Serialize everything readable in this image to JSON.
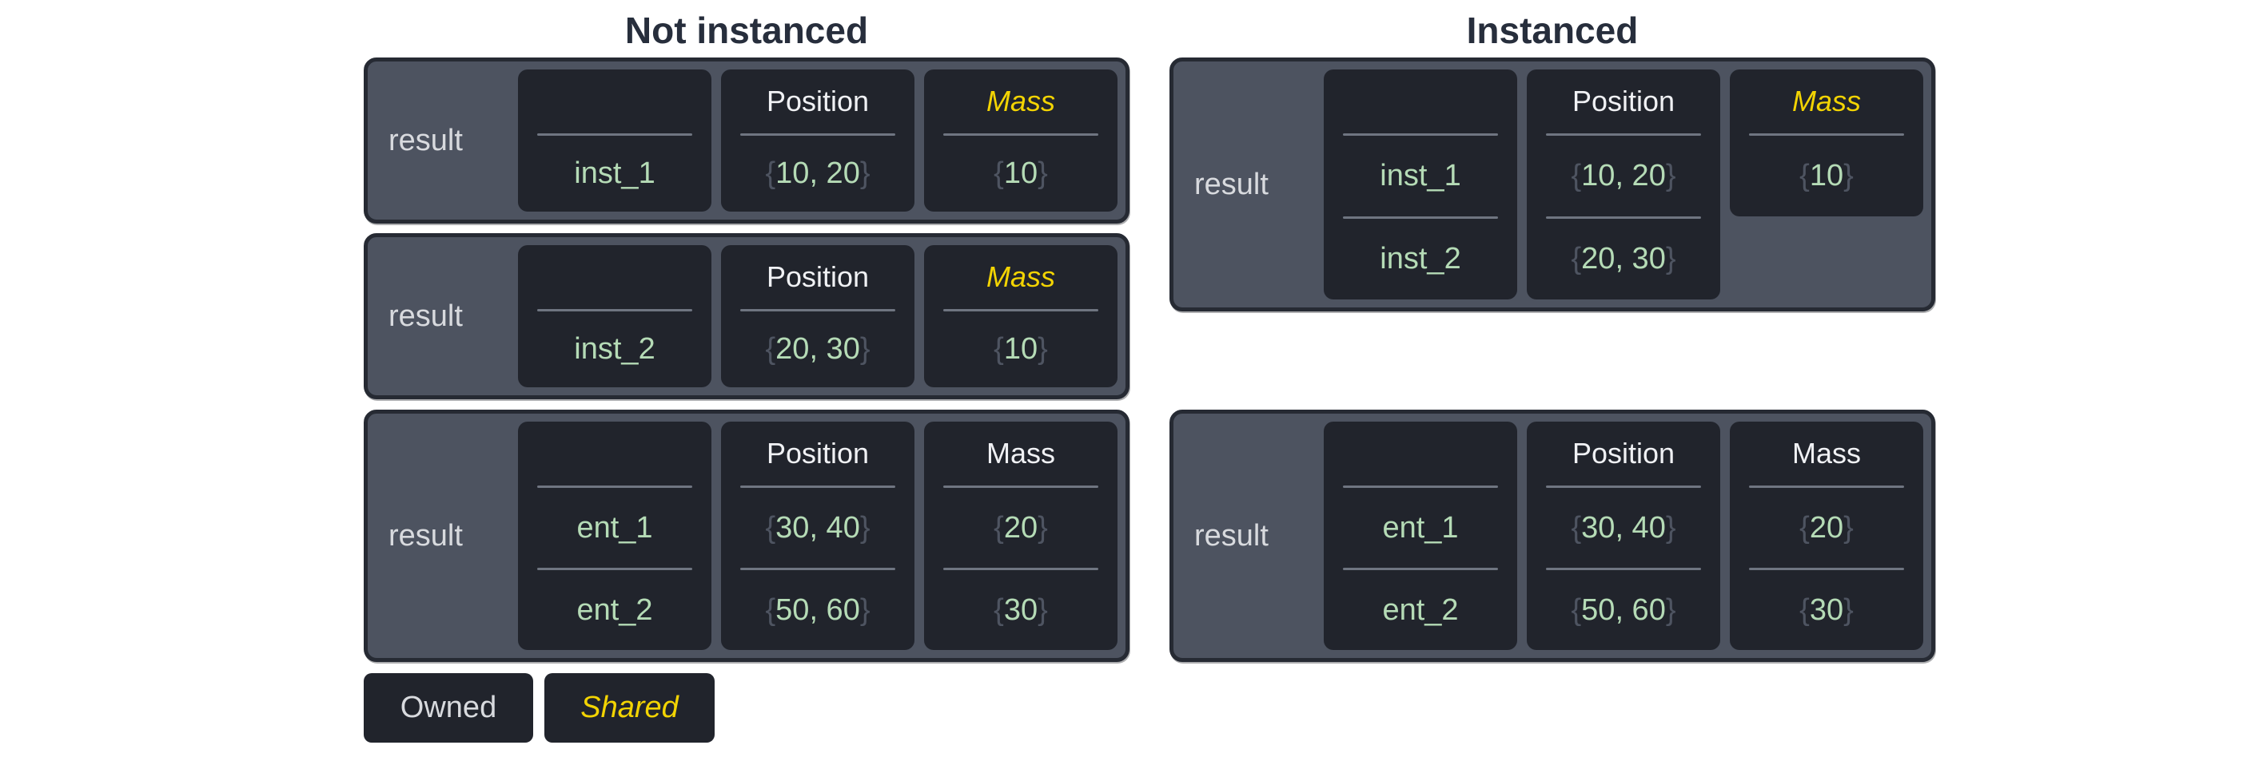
{
  "titles": {
    "left": "Not instanced",
    "right": "Instanced"
  },
  "legend": {
    "owned": "Owned",
    "shared": "Shared"
  },
  "colors": {
    "page_bg": "#ffffff",
    "box_bg": "#4d5360",
    "box_border": "#262a33",
    "cell_bg": "#21242c",
    "title_text": "#272e3c",
    "header_text": "#f0f1f4",
    "result_text": "#d8dade",
    "value_green": "#b5dbb6",
    "brace_gray": "#4e5461",
    "separator": "#6f7581",
    "shared_yellow": "#f3d403"
  },
  "boxes": [
    {
      "id": "not-instanced-inst-1",
      "label": "result",
      "cells": [
        {
          "header": "",
          "shared": false,
          "rows": [
            "inst_1"
          ]
        },
        {
          "header": "Position",
          "shared": false,
          "rows": [
            "{10, 20}"
          ]
        },
        {
          "header": "Mass",
          "shared": true,
          "rows": [
            "{10}"
          ]
        }
      ]
    },
    {
      "id": "not-instanced-inst-2",
      "label": "result",
      "cells": [
        {
          "header": "",
          "shared": false,
          "rows": [
            "inst_2"
          ]
        },
        {
          "header": "Position",
          "shared": false,
          "rows": [
            "{20, 30}"
          ]
        },
        {
          "header": "Mass",
          "shared": true,
          "rows": [
            "{10}"
          ]
        }
      ]
    },
    {
      "id": "not-instanced-entities",
      "label": "result",
      "cells": [
        {
          "header": "",
          "shared": false,
          "rows": [
            "ent_1",
            "ent_2"
          ]
        },
        {
          "header": "Position",
          "shared": false,
          "rows": [
            "{30, 40}",
            "{50, 60}"
          ]
        },
        {
          "header": "Mass",
          "shared": false,
          "rows": [
            "{20}",
            "{30}"
          ]
        }
      ]
    },
    {
      "id": "instanced-insts",
      "label": "result",
      "cells": [
        {
          "header": "",
          "shared": false,
          "rows": [
            "inst_1",
            "inst_2"
          ]
        },
        {
          "header": "Position",
          "shared": false,
          "rows": [
            "{10, 20}",
            "{20, 30}"
          ]
        },
        {
          "header": "Mass",
          "shared": true,
          "rows": [
            "{10}"
          ]
        }
      ]
    },
    {
      "id": "instanced-entities",
      "label": "result",
      "cells": [
        {
          "header": "",
          "shared": false,
          "rows": [
            "ent_1",
            "ent_2"
          ]
        },
        {
          "header": "Position",
          "shared": false,
          "rows": [
            "{30, 40}",
            "{50, 60}"
          ]
        },
        {
          "header": "Mass",
          "shared": false,
          "rows": [
            "{20}",
            "{30}"
          ]
        }
      ]
    }
  ]
}
